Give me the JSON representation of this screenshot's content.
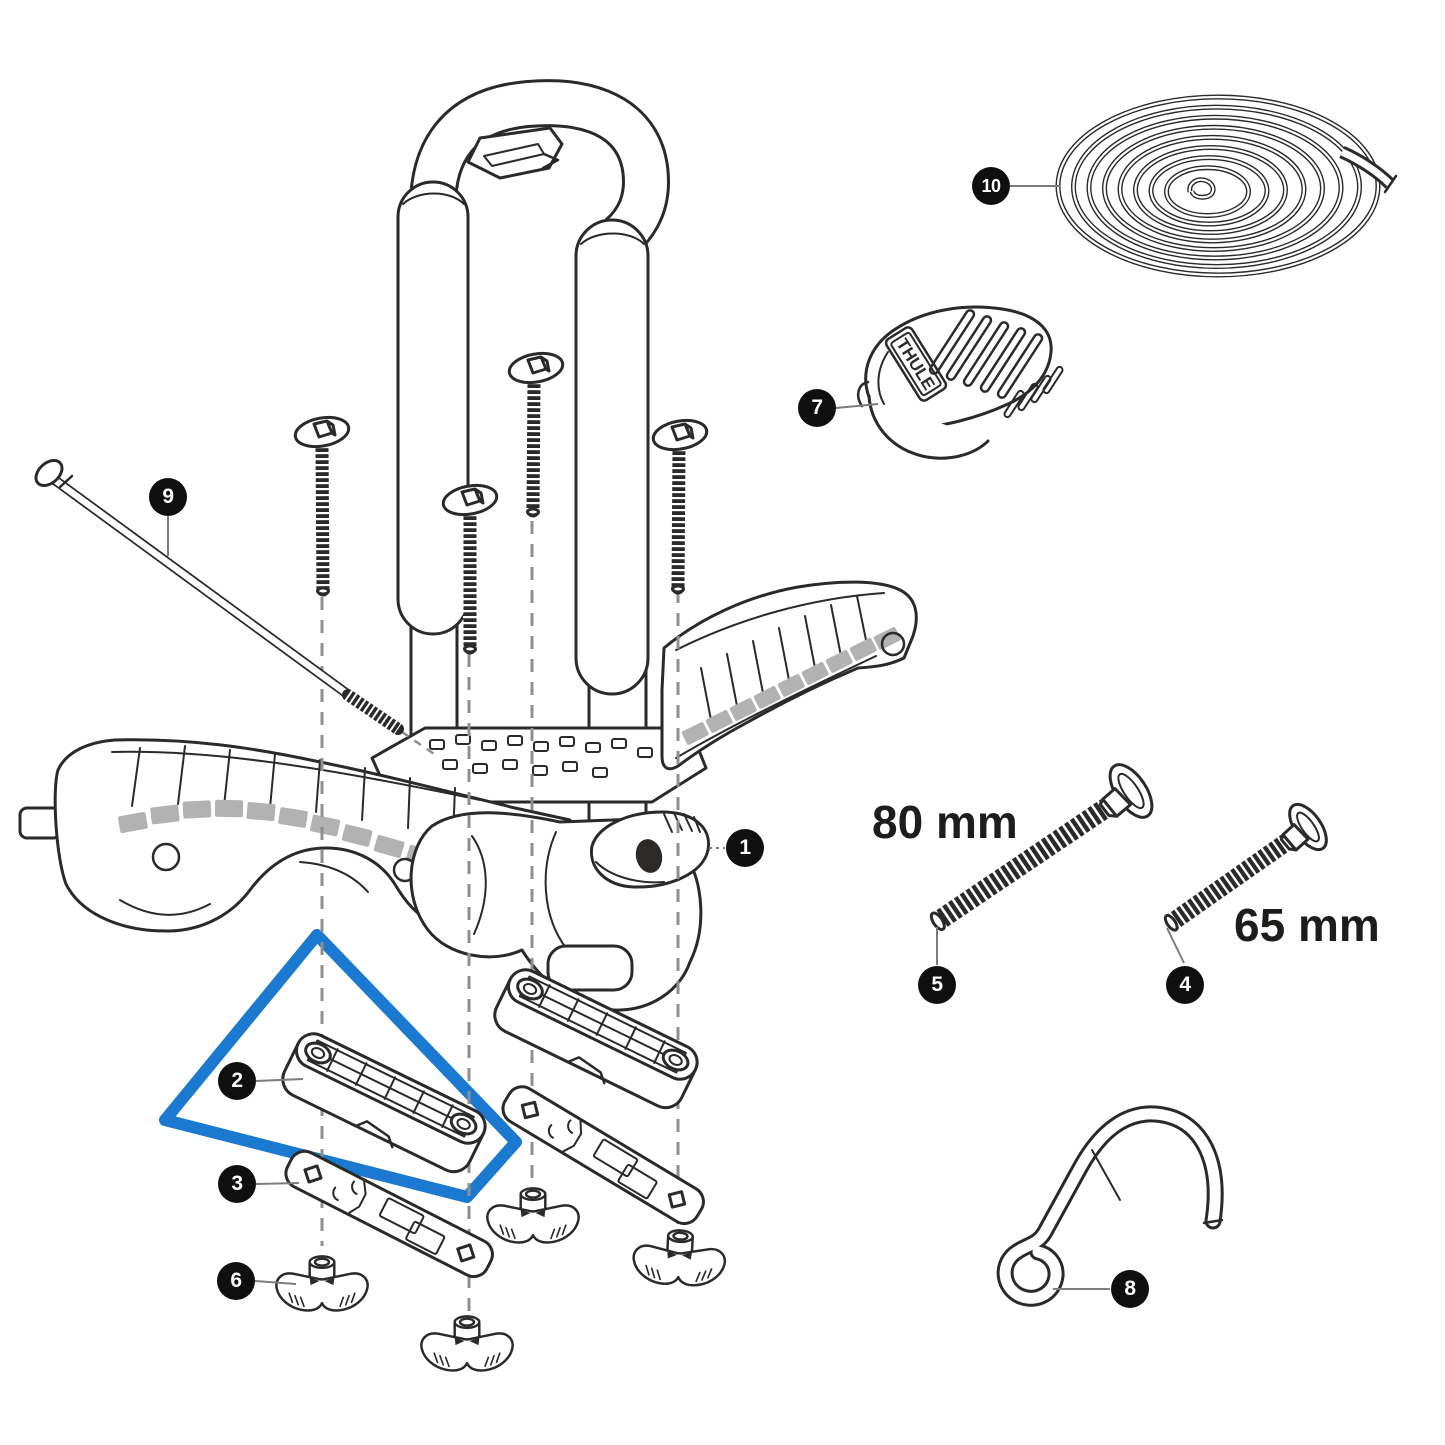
{
  "palette": {
    "line": "#2b2a29",
    "dash": "#8f8f8f",
    "leader": "#7c7c7c",
    "blue": "#1b79d0",
    "gray": "#b2b2b2",
    "badge": "#0f0f0f",
    "badge_text": "#ffffff",
    "bg": "#ffffff"
  },
  "brand": {
    "logo_text": "THULE"
  },
  "dimensions": {
    "bolt_5": "80 mm",
    "bolt_4": "65 mm"
  },
  "callouts": [
    {
      "number": "1",
      "part": "locking-knob"
    },
    {
      "number": "2",
      "part": "saddle-pad-highlighted"
    },
    {
      "number": "3",
      "part": "mounting-bracket"
    },
    {
      "number": "4",
      "part": "bolt-65mm"
    },
    {
      "number": "5",
      "part": "bolt-80mm"
    },
    {
      "number": "6",
      "part": "wing-nut"
    },
    {
      "number": "7",
      "part": "thule-knob-cover"
    },
    {
      "number": "8",
      "part": "strap-hook"
    },
    {
      "number": "9",
      "part": "long-bolt"
    },
    {
      "number": "10",
      "part": "strap-coil"
    }
  ]
}
